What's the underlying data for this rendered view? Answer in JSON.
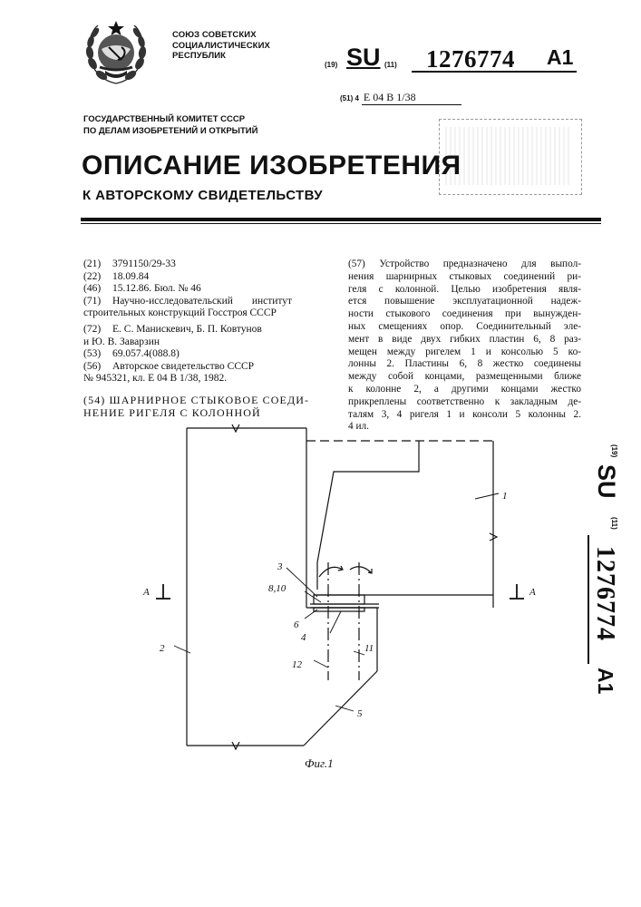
{
  "header": {
    "union_lines": [
      "СОЮЗ СОВЕТСКИХ",
      "СОЦИАЛИСТИЧЕСКИХ",
      "РЕСПУБЛИК"
    ],
    "code_19": "(19)",
    "country": "SU",
    "code_11": "(11)",
    "patent_number": "1276774",
    "kind": "A1",
    "code_51": "(51) 4",
    "ipc": "E 04 B 1/38",
    "committee_lines": [
      "ГОСУДАРСТВЕННЫЙ КОМИТЕТ СССР",
      "ПО ДЕЛАМ ИЗОБРЕТЕНИЙ И ОТКРЫТИЙ"
    ],
    "title": "ОПИСАНИЕ ИЗОБРЕТЕНИЯ",
    "subtitle": "К АВТОРСКОМУ СВИДЕТЕЛЬСТВУ"
  },
  "biblio": {
    "f21": {
      "code": "(21)",
      "value": "3791150/29-33"
    },
    "f22": {
      "code": "(22)",
      "value": "18.09.84"
    },
    "f46": {
      "code": "(46)",
      "value": "15.12.86. Бюл. № 46"
    },
    "f71": {
      "code": "(71)",
      "value": "Научно-исследовательский институт",
      "cont": "строительных конструкций Госстроя СССР"
    },
    "f72": {
      "code": "(72)",
      "value": "Е. С. Манискевич, Б. П. Ковтунов",
      "cont": "и Ю. В. Заварзин"
    },
    "f53": {
      "code": "(53)",
      "value": "69.057.4(088.8)"
    },
    "f56": {
      "code": "(56)",
      "value": "Авторское свидетельство СССР",
      "cont": "№ 945321, кл. Е 04 В 1/38, 1982."
    },
    "f54": {
      "line1": "(54) ШАРНИРНОЕ СТЫКОВОЕ СОЕДИ-",
      "line2": "НЕНИЕ РИГЕЛЯ С КОЛОННОЙ"
    }
  },
  "abstract": {
    "lines": [
      "(57) Устройство предназначено для выпол-",
      "нения шарнирных стыковых соединений ри-",
      "геля с колонной. Целью изобретения явля-",
      "ется повышение эксплуатационной надеж-",
      "ности стыкового соединения при вынужден-",
      "ных смещениях опор. Соединительный эле-",
      "мент в виде двух гибких пластин 6, 8 раз-",
      "мещен между ригелем 1 и консолью 5 ко-",
      "лонны 2. Пластины 6, 8 жестко соединены",
      "между собой концами, размещенными ближе",
      "к колонне 2, а другими концами жестко",
      "прикреплены соответственно к закладным де-",
      "талям 3, 4 ригеля 1 и консоли 5 колонны 2.",
      "4 ил."
    ]
  },
  "side": {
    "code_19": "(19)",
    "country": "SU",
    "code_11": "(11)",
    "patent_number": "1276774",
    "kind": "A1"
  },
  "figure": {
    "caption": "Фиг.1",
    "labels": {
      "l1": "1",
      "l2": "2",
      "l3": "3",
      "l4": "4",
      "l5": "5",
      "l6": "6",
      "l810": "8,10",
      "l11": "11",
      "l12": "12",
      "secA_left": "A",
      "secA_right": "A"
    }
  }
}
